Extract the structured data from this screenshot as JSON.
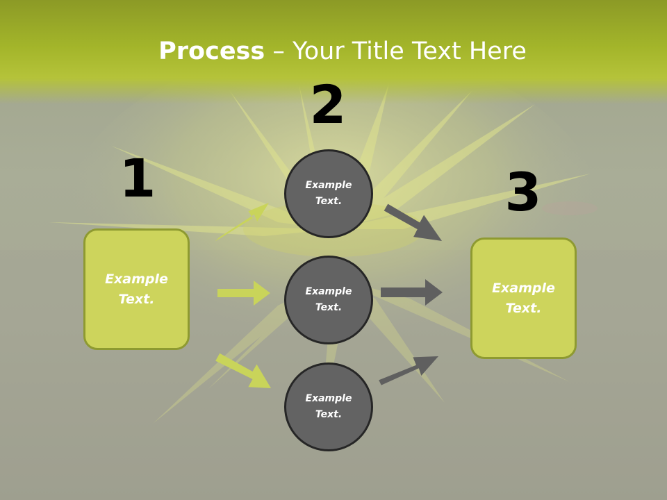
{
  "title": {
    "bold": "Process",
    "rest": " – Your Title Text Here"
  },
  "steps": {
    "one": "1",
    "two": "2",
    "three": "3"
  },
  "nodes": {
    "left": "Example Text.",
    "middle_top": "Example Text.",
    "middle_center": "Example Text.",
    "middle_bottom": "Example Text.",
    "right": "Example Text."
  },
  "colors": {
    "accent_green": "#cdd45c",
    "green_border": "#8e9a31",
    "circle_fill": "#636363",
    "circle_border": "#262626",
    "arrow_green": "#c9d45a",
    "arrow_gray": "#5f5f5f"
  }
}
